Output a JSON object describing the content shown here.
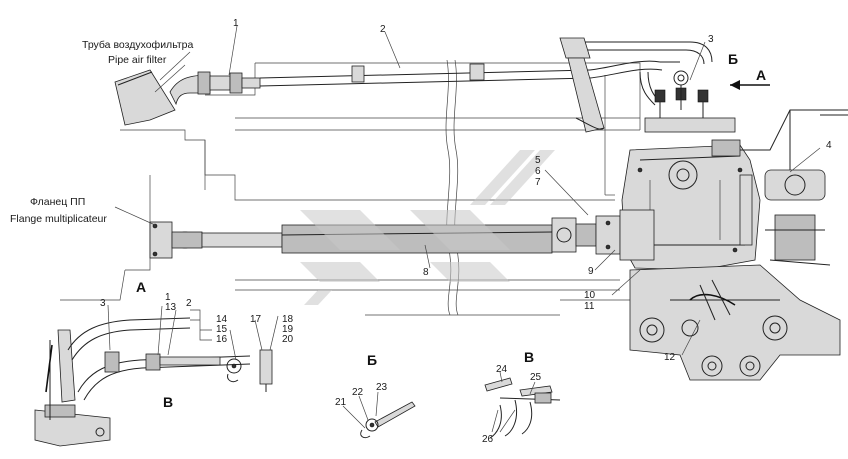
{
  "captions": {
    "pipe_air_filter_ru": "Труба воздухофильтра",
    "pipe_air_filter_en": "Pipe air filter",
    "flange_ru": "Фланец ПП",
    "flange_en": "Flange multiplicateur"
  },
  "views": {
    "a_arrow": "А",
    "b_arrow": "Б",
    "a_title": "А",
    "b_title": "Б",
    "v_title": "В",
    "v_marker": "В"
  },
  "callouts": {
    "c1": "1",
    "c2": "2",
    "c3": "3",
    "c4": "4",
    "c5": "5",
    "c6": "6",
    "c7": "7",
    "c8": "8",
    "c9": "9",
    "c10": "10",
    "c11": "11",
    "c12": "12",
    "a3": "3",
    "a1": "1",
    "a13": "13",
    "a2": "2",
    "a14": "14",
    "a15": "15",
    "a16": "16",
    "a17": "17",
    "a18": "18",
    "a19": "19",
    "a20": "20",
    "b21": "21",
    "b22": "22",
    "b23": "23",
    "v24": "24",
    "v25": "25",
    "v26": "26"
  },
  "colors": {
    "line": "#222222",
    "watermark": "#c8c8c8",
    "fill_light": "#d9d9d9"
  }
}
